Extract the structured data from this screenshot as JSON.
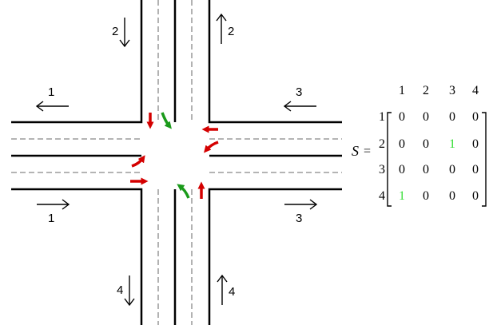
{
  "colors": {
    "red": "#d40000",
    "green": "#1a9a1a",
    "highlight": "#33dd33",
    "road": "#000000",
    "lane": "#888888"
  },
  "roads": {
    "north_in": "2",
    "north_out": "2",
    "west_in": "1",
    "west_out": "1",
    "east_in": "3",
    "east_out": "3",
    "south_in": "4",
    "south_out": "4"
  },
  "matrix": {
    "symbol": "S",
    "equals": "=",
    "col_headers": [
      "1",
      "2",
      "3",
      "4"
    ],
    "row_headers": [
      "1",
      "2",
      "3",
      "4"
    ],
    "rows": [
      [
        "0",
        "0",
        "0",
        "0"
      ],
      [
        "0",
        "0",
        "1",
        "0"
      ],
      [
        "0",
        "0",
        "0",
        "0"
      ],
      [
        "1",
        "0",
        "0",
        "0"
      ]
    ],
    "highlighted_cells": [
      [
        1,
        2
      ],
      [
        3,
        0
      ]
    ]
  }
}
